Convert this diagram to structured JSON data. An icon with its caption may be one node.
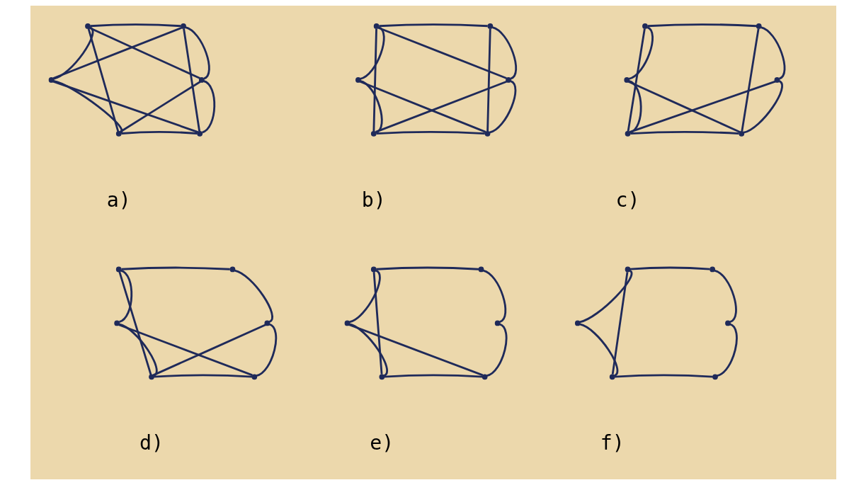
{
  "diagram": {
    "nodes": [
      {
        "text": [],
        "shape": "circle"
      },
      {
        "text": [],
        "shape": "circle"
      },
      {
        "text": [],
        "shape": "circle"
      },
      {
        "text": [],
        "shape": "circle"
      },
      {
        "text": [],
        "shape": "circle"
      },
      {
        "text": [],
        "shape": "circle"
      },
      {
        "text": [],
        "shape": "circle"
      },
      {
        "text": [],
        "shape": "circle"
      },
      {
        "text": [],
        "shape": "circle"
      },
      {
        "text": [],
        "shape": "circle"
      },
      {
        "text": [],
        "shape": "circle"
      },
      {
        "text": [],
        "shape": "circle"
      },
      {
        "text": [],
        "shape": "circle"
      },
      {
        "text": [],
        "shape": "circle"
      },
      {
        "text": [],
        "shape": "circle"
      },
      {
        "text": [],
        "shape": "circle"
      },
      {
        "text": [],
        "shape": "circle"
      },
      {
        "text": [],
        "shape": "circle"
      },
      {
        "text": [],
        "shape": "circle"
      },
      {
        "text": [],
        "shape": "circle"
      },
      {
        "text": [],
        "shape": "circle"
      },
      {
        "text": [],
        "shape": "circle"
      },
      {
        "text": [],
        "shape": "circle"
      },
      {
        "text": [],
        "shape": "circle"
      },
      {
        "text": [],
        "shape": "circle"
      },
      {
        "text": [],
        "shape": "circle"
      },
      {
        "text": [],
        "shape": "circle"
      },
      {
        "text": [],
        "shape": "circle"
      },
      {
        "text": [],
        "shape": "circle"
      },
      {
        "text": [],
        "shape": "circle"
      },
      {
        "text": [],
        "shape": "circle"
      },
      {
        "text": [],
        "shape": "circle"
      },
      {
        "text": [],
        "shape": "circle"
      },
      {
        "text": [],
        "shape": "circle"
      },
      {
        "text": [],
        "shape": "circle"
      },
      {
        "text": [],
        "shape": "circle"
      }
    ],
    "edges": [
      {
        "from": 0,
        "to": 1,
        "arrow": "none"
      },
      {
        "from": 0,
        "to": 2,
        "arrow": "none"
      },
      {
        "from": 1,
        "to": 3,
        "arrow": "none"
      },
      {
        "from": 2,
        "to": 4,
        "arrow": "none"
      },
      {
        "from": 3,
        "to": 5,
        "arrow": "none"
      },
      {
        "from": 4,
        "to": 5,
        "arrow": "none"
      },
      {
        "from": 1,
        "to": 2,
        "arrow": "none"
      },
      {
        "from": 3,
        "to": 4,
        "arrow": "none"
      },
      {
        "from": 1,
        "to": 5,
        "arrow": "none"
      },
      {
        "from": 0,
        "to": 3,
        "arrow": "none"
      },
      {
        "from": 0,
        "to": 4,
        "arrow": "none"
      },
      {
        "from": 2,
        "to": 5,
        "arrow": "none"
      },
      {
        "from": 6,
        "to": 7,
        "arrow": "none"
      },
      {
        "from": 6,
        "to": 8,
        "arrow": "none"
      },
      {
        "from": 7,
        "to": 9,
        "arrow": "none"
      },
      {
        "from": 8,
        "to": 10,
        "arrow": "none"
      },
      {
        "from": 9,
        "to": 11,
        "arrow": "none"
      },
      {
        "from": 10,
        "to": 11,
        "arrow": "none"
      },
      {
        "from": 7,
        "to": 8,
        "arrow": "none"
      },
      {
        "from": 9,
        "to": 10,
        "arrow": "none"
      },
      {
        "from": 7,
        "to": 11,
        "arrow": "none"
      },
      {
        "from": 6,
        "to": 10,
        "arrow": "none"
      },
      {
        "from": 8,
        "to": 11,
        "arrow": "none"
      },
      {
        "from": 12,
        "to": 13,
        "arrow": "none"
      },
      {
        "from": 12,
        "to": 14,
        "arrow": "none"
      },
      {
        "from": 13,
        "to": 15,
        "arrow": "none"
      },
      {
        "from": 14,
        "to": 16,
        "arrow": "none"
      },
      {
        "from": 15,
        "to": 17,
        "arrow": "none"
      },
      {
        "from": 16,
        "to": 17,
        "arrow": "none"
      },
      {
        "from": 13,
        "to": 14,
        "arrow": "none"
      },
      {
        "from": 15,
        "to": 16,
        "arrow": "none"
      },
      {
        "from": 12,
        "to": 16,
        "arrow": "none"
      },
      {
        "from": 14,
        "to": 17,
        "arrow": "none"
      },
      {
        "from": 18,
        "to": 19,
        "arrow": "none"
      },
      {
        "from": 18,
        "to": 20,
        "arrow": "none"
      },
      {
        "from": 19,
        "to": 21,
        "arrow": "none"
      },
      {
        "from": 20,
        "to": 22,
        "arrow": "none"
      },
      {
        "from": 21,
        "to": 23,
        "arrow": "none"
      },
      {
        "from": 22,
        "to": 23,
        "arrow": "none"
      },
      {
        "from": 19,
        "to": 20,
        "arrow": "none"
      },
      {
        "from": 18,
        "to": 22,
        "arrow": "none"
      },
      {
        "from": 20,
        "to": 23,
        "arrow": "none"
      },
      {
        "from": 24,
        "to": 25,
        "arrow": "none"
      },
      {
        "from": 24,
        "to": 26,
        "arrow": "none"
      },
      {
        "from": 25,
        "to": 27,
        "arrow": "none"
      },
      {
        "from": 26,
        "to": 28,
        "arrow": "none"
      },
      {
        "from": 27,
        "to": 29,
        "arrow": "none"
      },
      {
        "from": 28,
        "to": 29,
        "arrow": "none"
      },
      {
        "from": 25,
        "to": 26,
        "arrow": "none"
      },
      {
        "from": 24,
        "to": 28,
        "arrow": "none"
      },
      {
        "from": 30,
        "to": 31,
        "arrow": "none"
      },
      {
        "from": 30,
        "to": 32,
        "arrow": "none"
      },
      {
        "from": 31,
        "to": 33,
        "arrow": "none"
      },
      {
        "from": 32,
        "to": 34,
        "arrow": "none"
      },
      {
        "from": 33,
        "to": 35,
        "arrow": "none"
      },
      {
        "from": 34,
        "to": 35,
        "arrow": "none"
      },
      {
        "from": 31,
        "to": 32,
        "arrow": "none"
      }
    ],
    "labels": [
      "a)",
      "b)",
      "c)",
      "d)",
      "e)",
      "f)"
    ]
  }
}
